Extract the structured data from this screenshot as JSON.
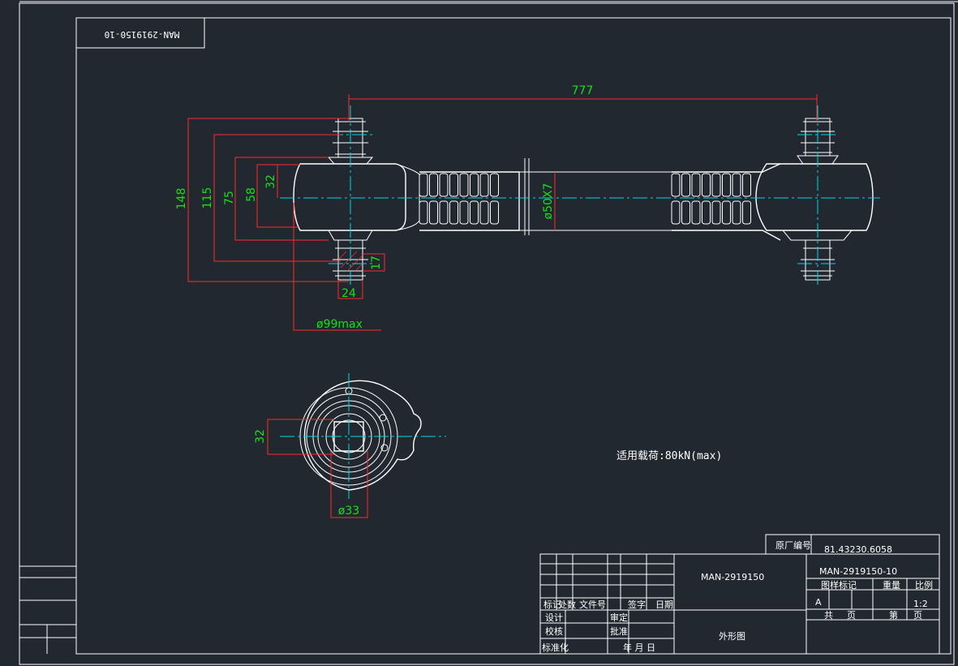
{
  "drawing_code_box": "MAN-2919150-10",
  "dimensions": {
    "length": "777",
    "h148": "148",
    "h115": "115",
    "h75": "75",
    "h58": "58",
    "h32": "32",
    "w24": "24",
    "t17": "17",
    "d99": "ø99max",
    "d50": "ø50X7",
    "s32": "32",
    "d33": "ø33"
  },
  "load_note": "适用载荷:80kN(max)",
  "title_block": {
    "factory_no_label": "原厂编号",
    "factory_no": "81.43230.6058",
    "part_name": "MAN-2919150",
    "drawing_no": "MAN-2919150-10",
    "stage_mark_label": "图样标记",
    "weight_label": "重量",
    "scale_label": "比例",
    "stage_mark": "A",
    "scale": "1:2",
    "total_label": "共",
    "sheet_unit": "页",
    "sheet_label": "第",
    "sheet_unit2": "页",
    "rev_headers": [
      "标记",
      "处数",
      "文件号",
      "签字",
      "日期"
    ],
    "design_label": "设计",
    "check_label": "校核",
    "std_label": "标准化",
    "review_label": "审定",
    "approve_label": "批准",
    "date_label": "年 月 日",
    "drawing_title": "外形图"
  }
}
